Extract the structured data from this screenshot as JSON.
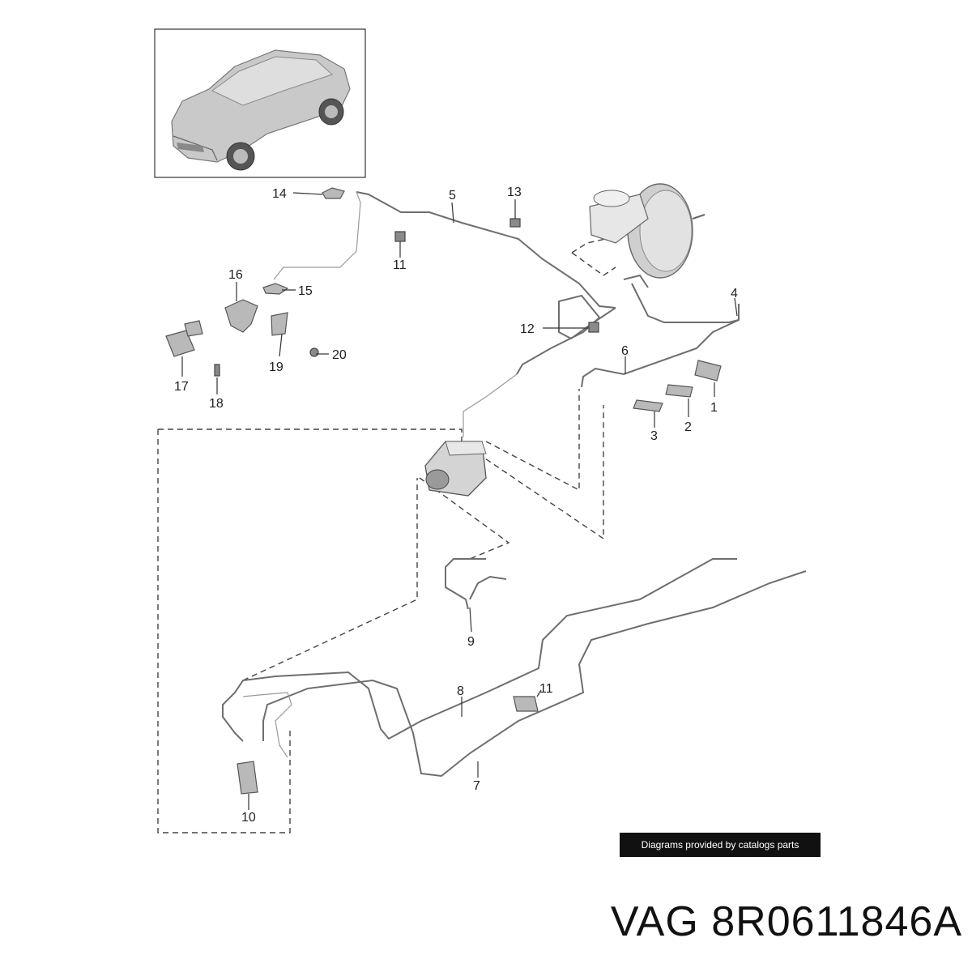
{
  "callouts": {
    "c1": "1",
    "c2": "2",
    "c3": "3",
    "c4": "4",
    "c5": "5",
    "c6": "6",
    "c7": "7",
    "c8": "8",
    "c9": "9",
    "c10": "10",
    "c11a": "11",
    "c11b": "11",
    "c12": "12",
    "c13": "13",
    "c14": "14",
    "c15": "15",
    "c16": "16",
    "c17": "17",
    "c18": "18",
    "c19": "19",
    "c20": "20"
  },
  "credit": "Diagrams provided by catalogs parts",
  "part_number": "VAG 8R0611846A"
}
